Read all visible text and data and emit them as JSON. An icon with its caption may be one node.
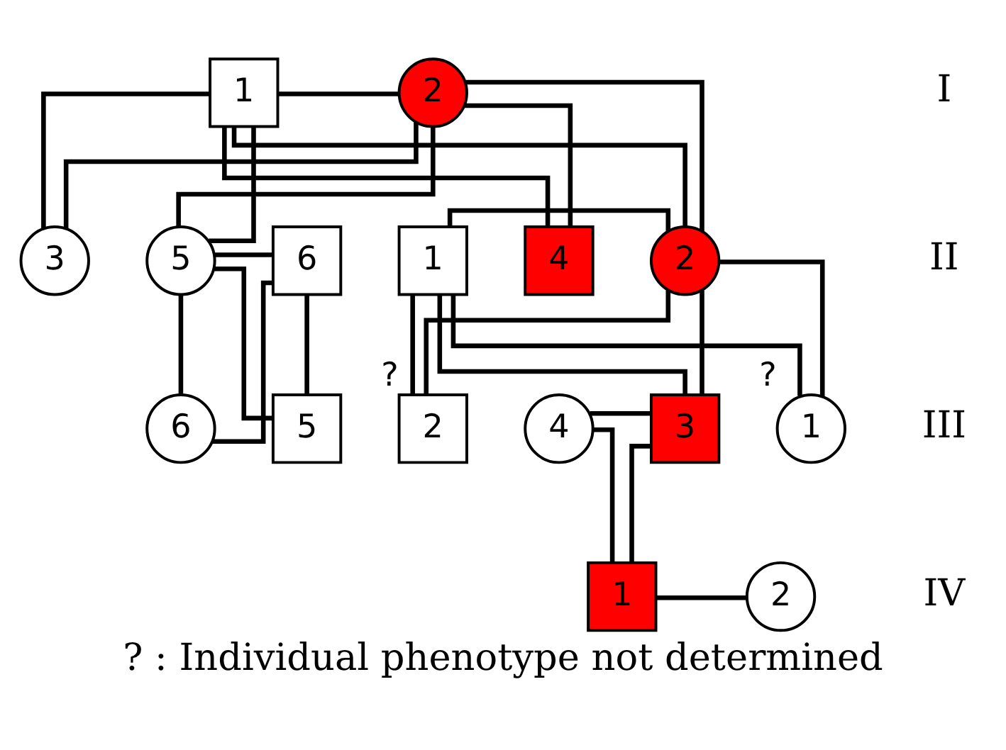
{
  "diagram": {
    "caption": "? : Individual phenotype not determined",
    "nodes": [
      {
        "text": [
          "1"
        ]
      },
      {
        "text": [
          "2"
        ]
      },
      {
        "text": [
          "1"
        ]
      },
      {
        "text": [
          "2"
        ]
      },
      {
        "text": [
          "3"
        ]
      },
      {
        "text": [
          "4"
        ]
      },
      {
        "text": [
          "5"
        ]
      },
      {
        "text": [
          "6"
        ]
      },
      {
        "text": [
          "1"
        ],
        "beside": [
          "?"
        ]
      },
      {
        "text": [
          "2"
        ],
        "beside": [
          "?"
        ]
      },
      {
        "text": [
          "3"
        ]
      },
      {
        "text": [
          "4"
        ]
      },
      {
        "text": [
          "5"
        ]
      },
      {
        "text": [
          "6"
        ]
      },
      {
        "text": [
          "1"
        ]
      },
      {
        "text": [
          "2"
        ]
      }
    ],
    "edges": [
      {
        "from": 0,
        "to": 1,
        "arrow": "none"
      },
      {
        "from": 0,
        "to": 3,
        "arrow": "none"
      },
      {
        "from": 1,
        "to": 3,
        "arrow": "none"
      },
      {
        "from": 0,
        "to": 4,
        "arrow": "none"
      },
      {
        "from": 1,
        "to": 4,
        "arrow": "none"
      },
      {
        "from": 0,
        "to": 5,
        "arrow": "none"
      },
      {
        "from": 1,
        "to": 5,
        "arrow": "none"
      },
      {
        "from": 0,
        "to": 6,
        "arrow": "none"
      },
      {
        "from": 1,
        "to": 6,
        "arrow": "none"
      },
      {
        "from": 2,
        "to": 3,
        "arrow": "none"
      },
      {
        "from": 6,
        "to": 7,
        "arrow": "none"
      },
      {
        "from": 2,
        "to": 8,
        "arrow": "none"
      },
      {
        "from": 3,
        "to": 8,
        "arrow": "none"
      },
      {
        "from": 2,
        "to": 9,
        "arrow": "none"
      },
      {
        "from": 3,
        "to": 9,
        "arrow": "none"
      },
      {
        "from": 2,
        "to": 10,
        "arrow": "none"
      },
      {
        "from": 3,
        "to": 10,
        "arrow": "none"
      },
      {
        "from": 6,
        "to": 12,
        "arrow": "none"
      },
      {
        "from": 7,
        "to": 12,
        "arrow": "none"
      },
      {
        "from": 6,
        "to": 13,
        "arrow": "none"
      },
      {
        "from": 7,
        "to": 13,
        "arrow": "none"
      },
      {
        "from": 10,
        "to": 11,
        "arrow": "none"
      },
      {
        "from": 10,
        "to": 14,
        "arrow": "none"
      },
      {
        "from": 11,
        "to": 14,
        "arrow": "none"
      },
      {
        "from": 14,
        "to": 15,
        "arrow": "none"
      }
    ],
    "labels": [
      "I",
      "II",
      "III",
      "IV"
    ]
  }
}
